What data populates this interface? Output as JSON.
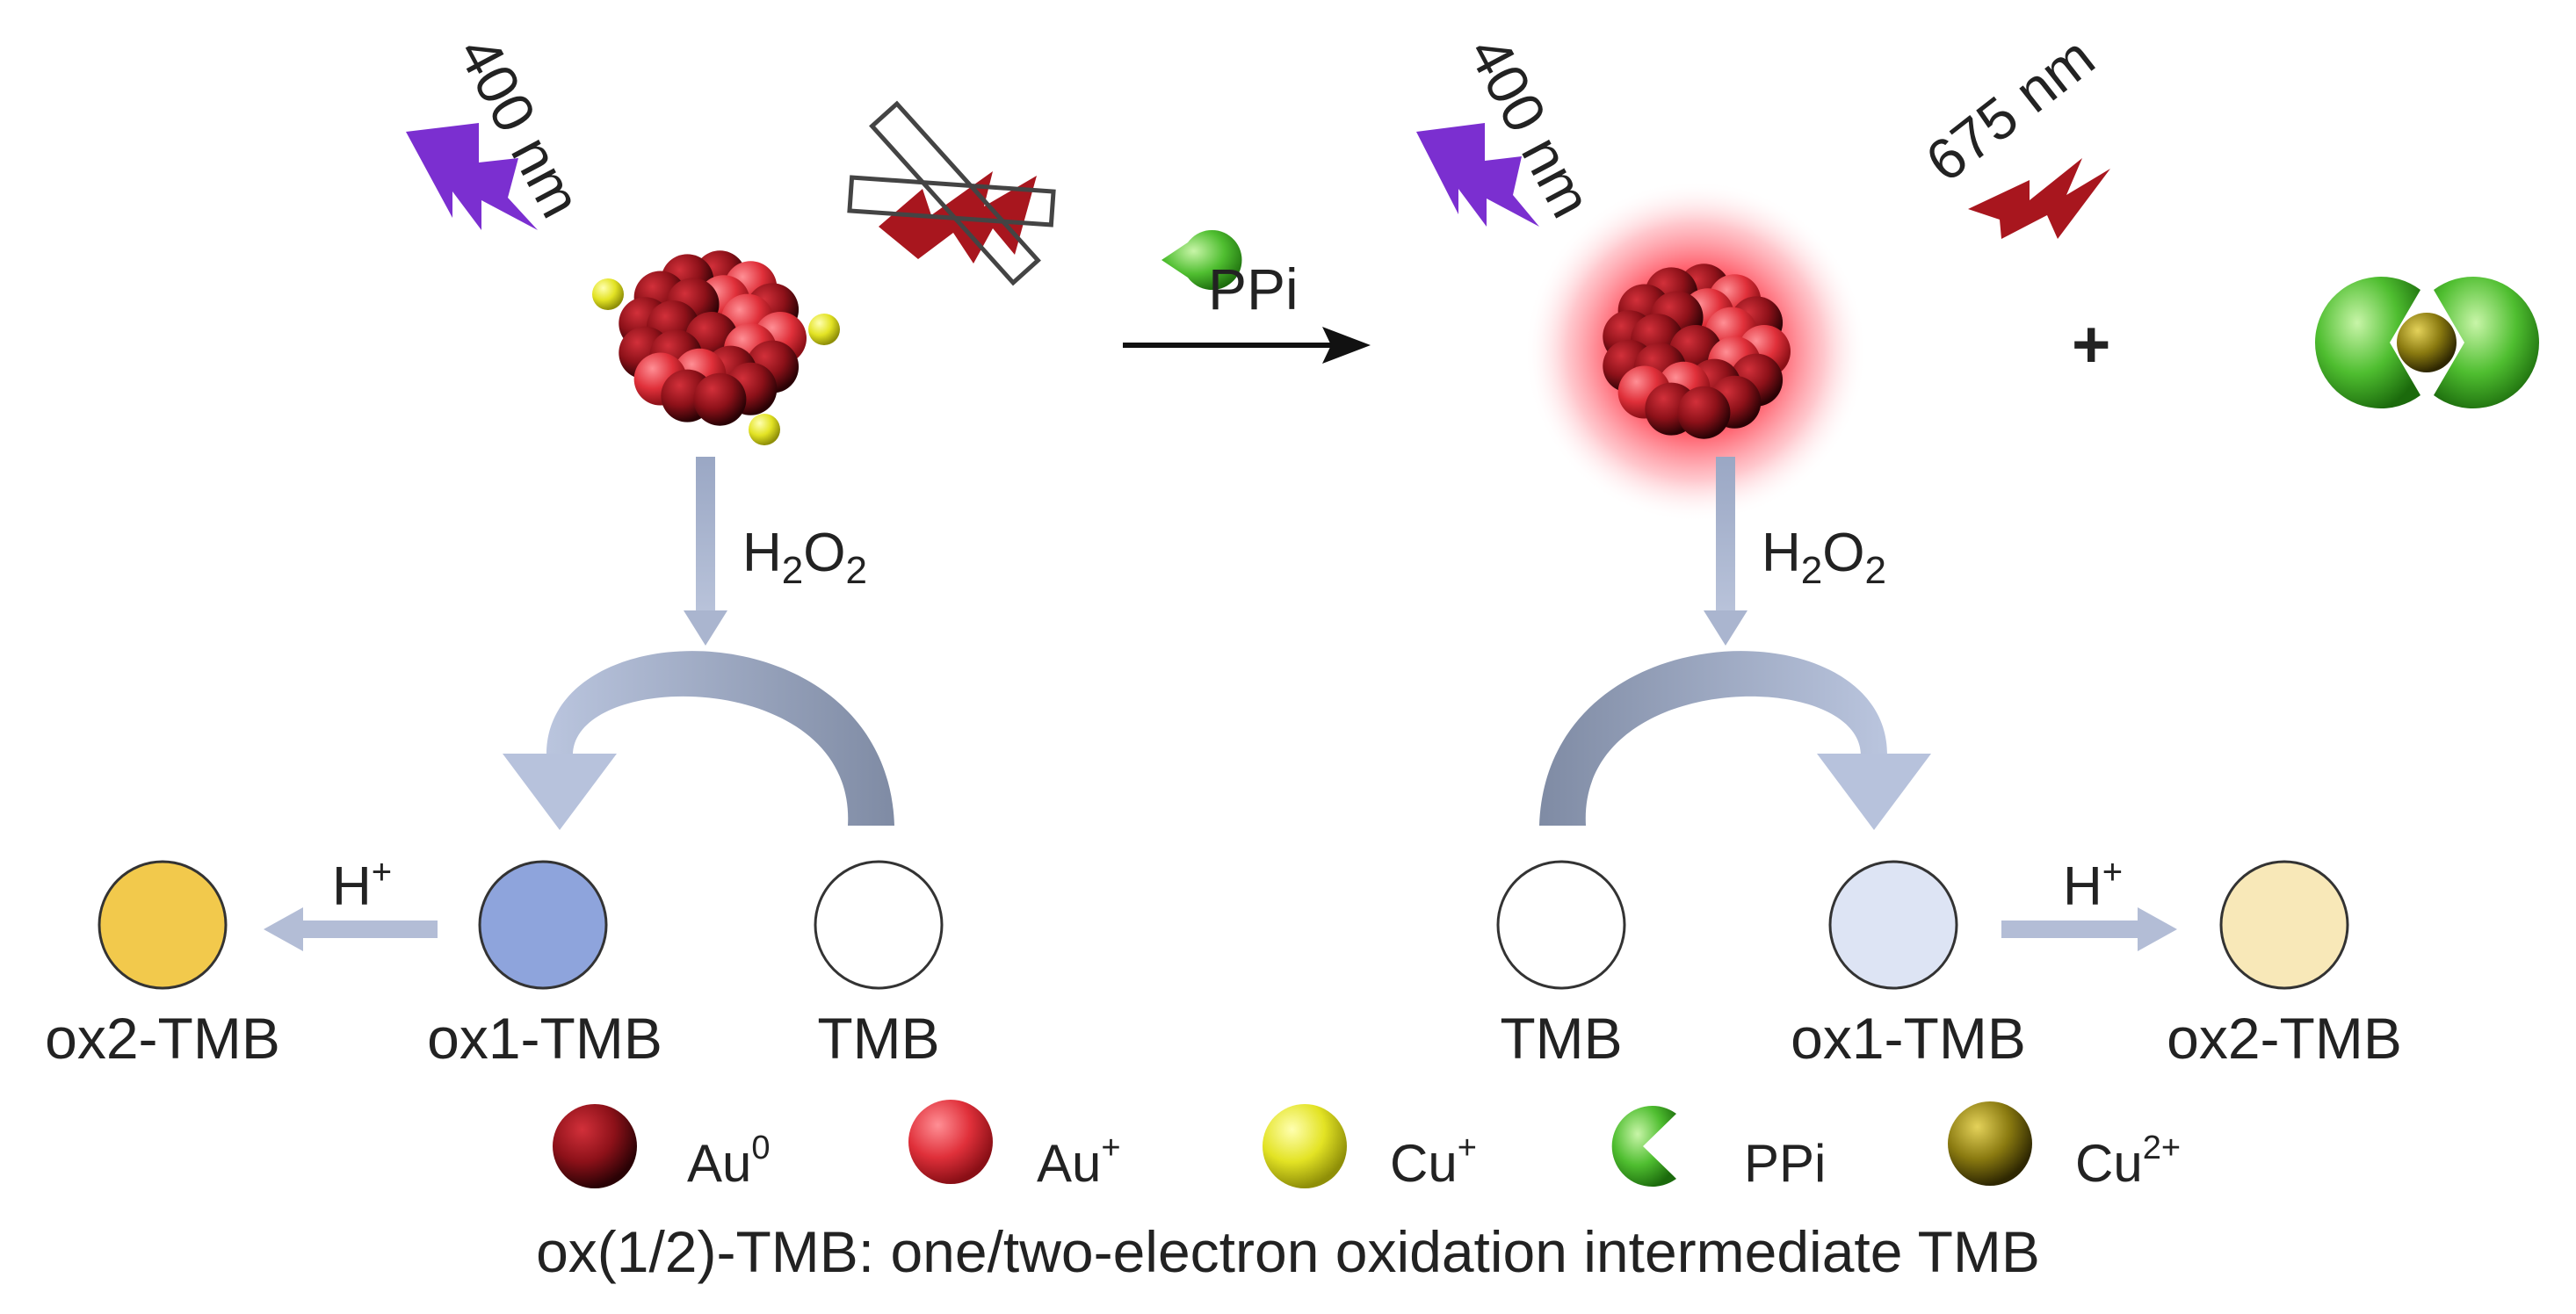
{
  "excitation_label_left": "400 nm",
  "excitation_label_right": "400 nm",
  "emission_label": "675 nm",
  "reaction_reagent": "PPi",
  "plus_sign": "+",
  "oxidant_left": {
    "main": "H",
    "sub1": "2",
    "mid": "O",
    "sub2": "2"
  },
  "oxidant_right": {
    "main": "H",
    "sub1": "2",
    "mid": "O",
    "sub2": "2"
  },
  "acid_left": {
    "main": "H",
    "sup": "+"
  },
  "acid_right": {
    "main": "H",
    "sup": "+"
  },
  "products_left": [
    {
      "label": "ox2-TMB",
      "color": "#f2c94c"
    },
    {
      "label": "ox1-TMB",
      "color": "#8ea4dc"
    },
    {
      "label": "TMB",
      "color": "#ffffff"
    }
  ],
  "products_right": [
    {
      "label": "TMB",
      "color": "#ffffff"
    },
    {
      "label": "ox1-TMB",
      "color": "#dde4f4"
    },
    {
      "label": "ox2-TMB",
      "color": "#f8e8b8"
    }
  ],
  "legend": [
    {
      "symbol": "Au",
      "sup": "0",
      "color": "#6b0f14"
    },
    {
      "symbol": "Au",
      "sup": "+",
      "color": "#e0303a"
    },
    {
      "symbol": "Cu",
      "sup": "+",
      "color": "#e3e324"
    },
    {
      "symbol": "PPi",
      "sup": "",
      "color": "#3fae2a"
    },
    {
      "symbol": "Cu",
      "sup": "2+",
      "color": "#8a7a10"
    }
  ],
  "caption": "ox(1/2)-TMB: one/two-electron oxidation intermediate TMB",
  "colors": {
    "violet_bolt": "#7b2fd0",
    "red_bolt": "#a8161e",
    "arrow_blue": "#a9b6d3",
    "curve_dark": "#8592ab"
  }
}
